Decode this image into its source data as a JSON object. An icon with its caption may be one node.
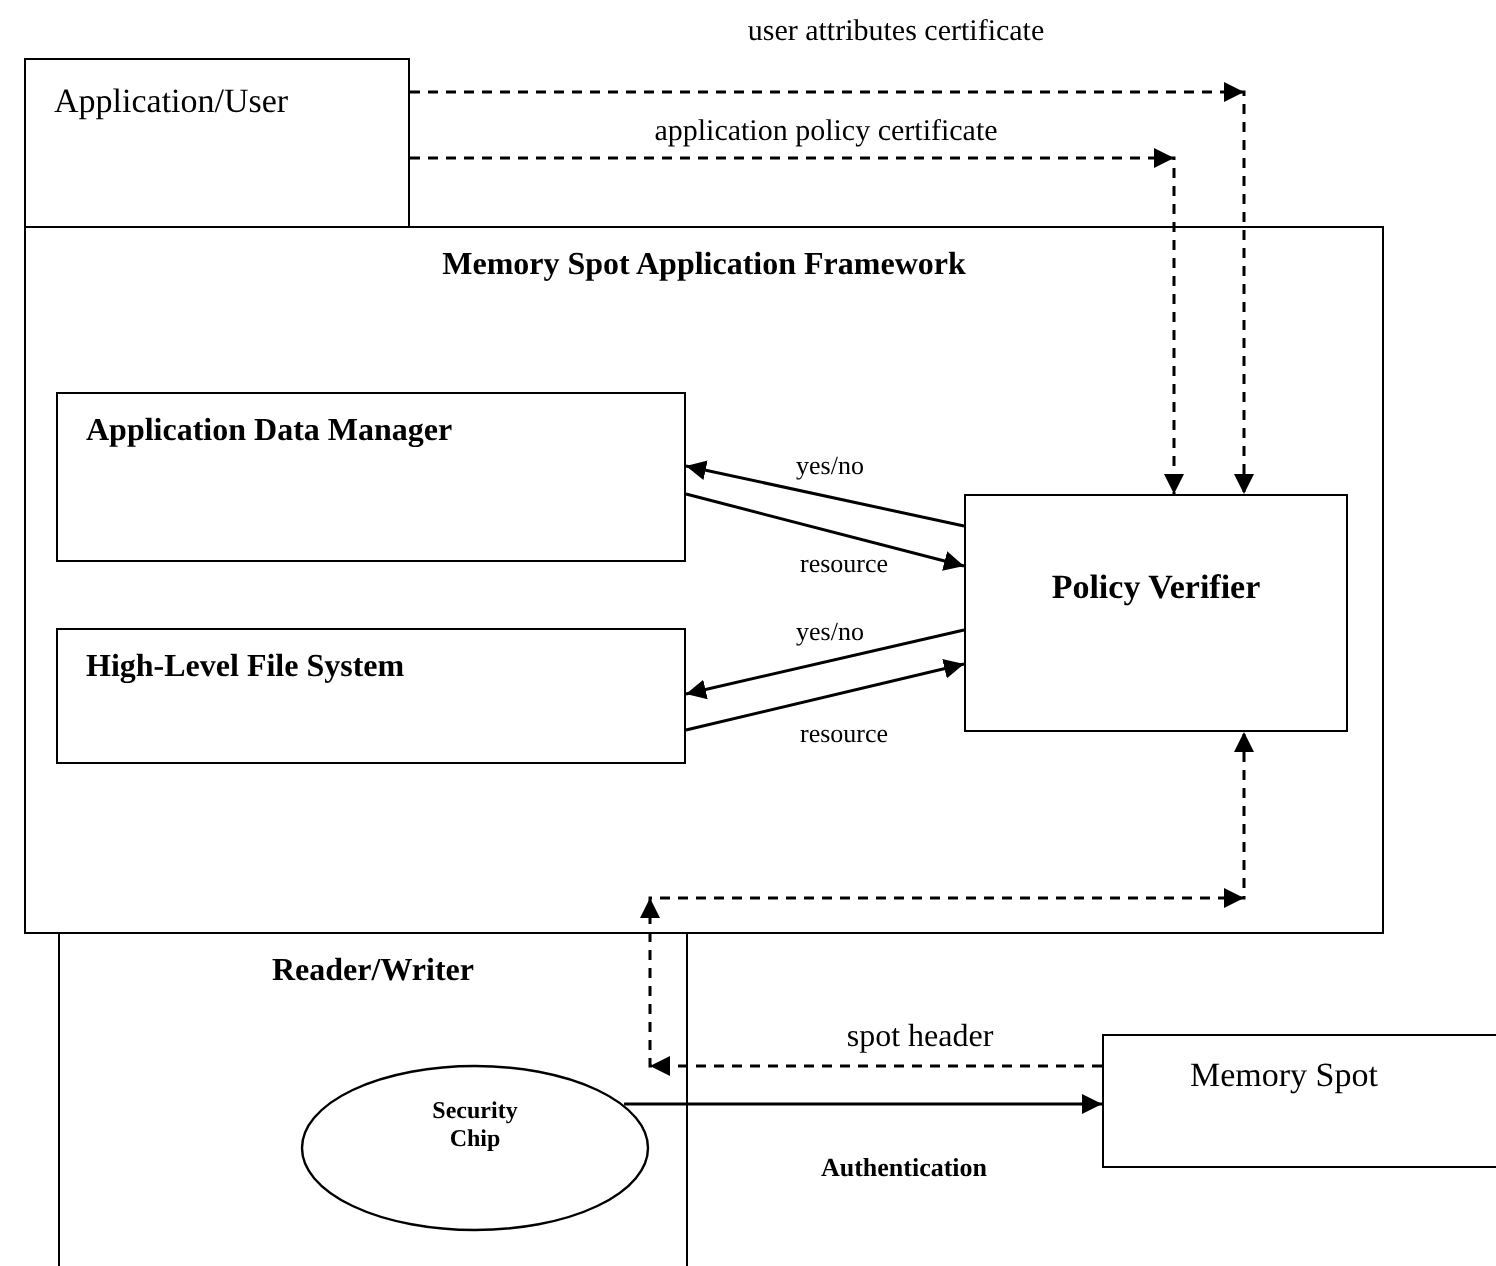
{
  "diagram": {
    "nodes": [
      {
        "text": [
          "Application/User"
        ]
      },
      {
        "text": [
          "Memory Spot Application Framework"
        ]
      },
      {
        "text": [
          "Application Data Manager"
        ],
        "in": 1
      },
      {
        "text": [
          "High-Level File System"
        ],
        "in": 1
      },
      {
        "text": [
          "Policy Verifier"
        ],
        "in": 1
      },
      {
        "text": [
          "Reader/Writer"
        ]
      },
      {
        "text": [
          "Security Chip"
        ],
        "in": 5
      },
      {
        "text": [
          "Memory Spot"
        ]
      }
    ],
    "edges": [
      {
        "from": 0,
        "to": 4,
        "arrow": "to",
        "label": "user attributes certificate",
        "style": "dashed"
      },
      {
        "from": 0,
        "to": 4,
        "arrow": "to",
        "label": "application policy certificate",
        "style": "dashed"
      },
      {
        "from": 4,
        "to": 2,
        "arrow": "to",
        "label": "yes/no"
      },
      {
        "from": 2,
        "to": 4,
        "arrow": "to",
        "label": "resource"
      },
      {
        "from": 4,
        "to": 3,
        "arrow": "to",
        "label": "yes/no"
      },
      {
        "from": 3,
        "to": 4,
        "arrow": "to",
        "label": "resource"
      },
      {
        "from": 7,
        "to": 4,
        "arrow": "to",
        "label": "spot header",
        "style": "dashed"
      },
      {
        "from": 6,
        "to": 7,
        "arrow": "to",
        "label": "Authentication"
      }
    ]
  }
}
